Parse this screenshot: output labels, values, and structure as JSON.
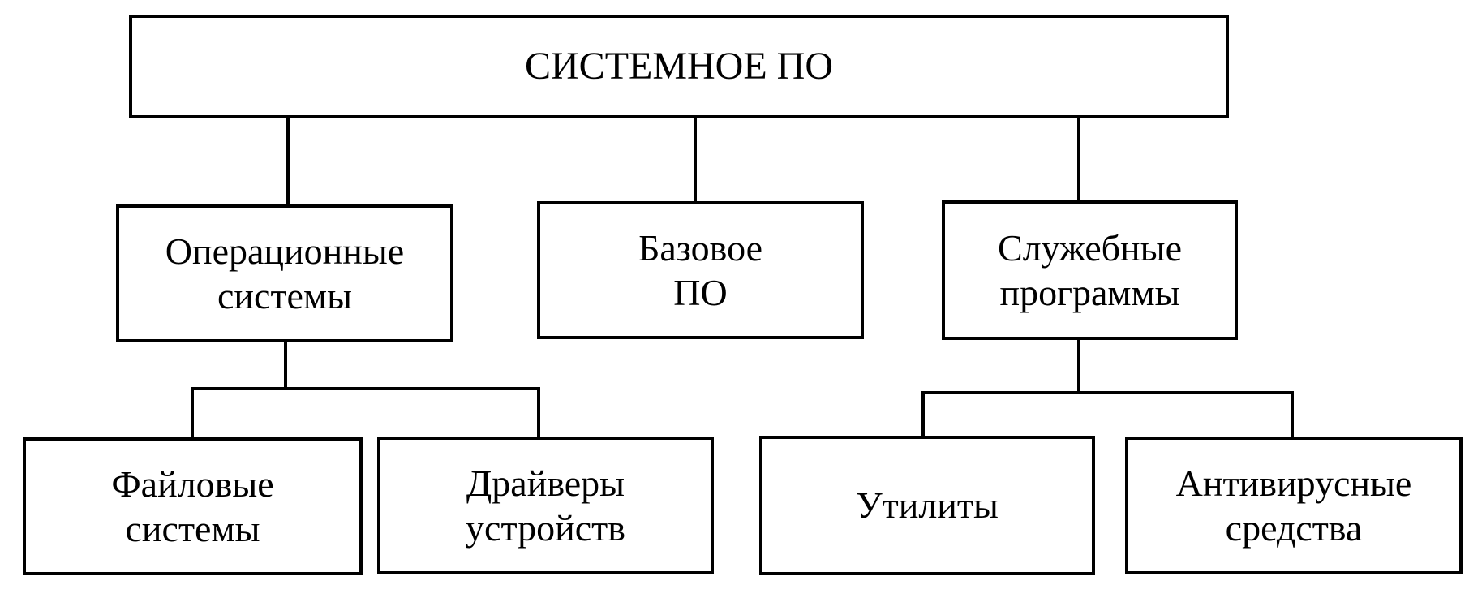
{
  "diagram": {
    "root": {
      "line1": "СИСТЕМНОЕ ПО"
    },
    "os": {
      "line1": "Операционные",
      "line2": "системы"
    },
    "base": {
      "line1": "Базовое",
      "line2": "ПО"
    },
    "service": {
      "line1": "Служебные",
      "line2": "программы"
    },
    "fs": {
      "line1": "Файловые",
      "line2": "системы"
    },
    "drivers": {
      "line1": "Драйверы",
      "line2": "устройств"
    },
    "utilities": {
      "line1": "Утилиты"
    },
    "antivirus": {
      "line1": "Антивирусные",
      "line2": "средства"
    }
  }
}
